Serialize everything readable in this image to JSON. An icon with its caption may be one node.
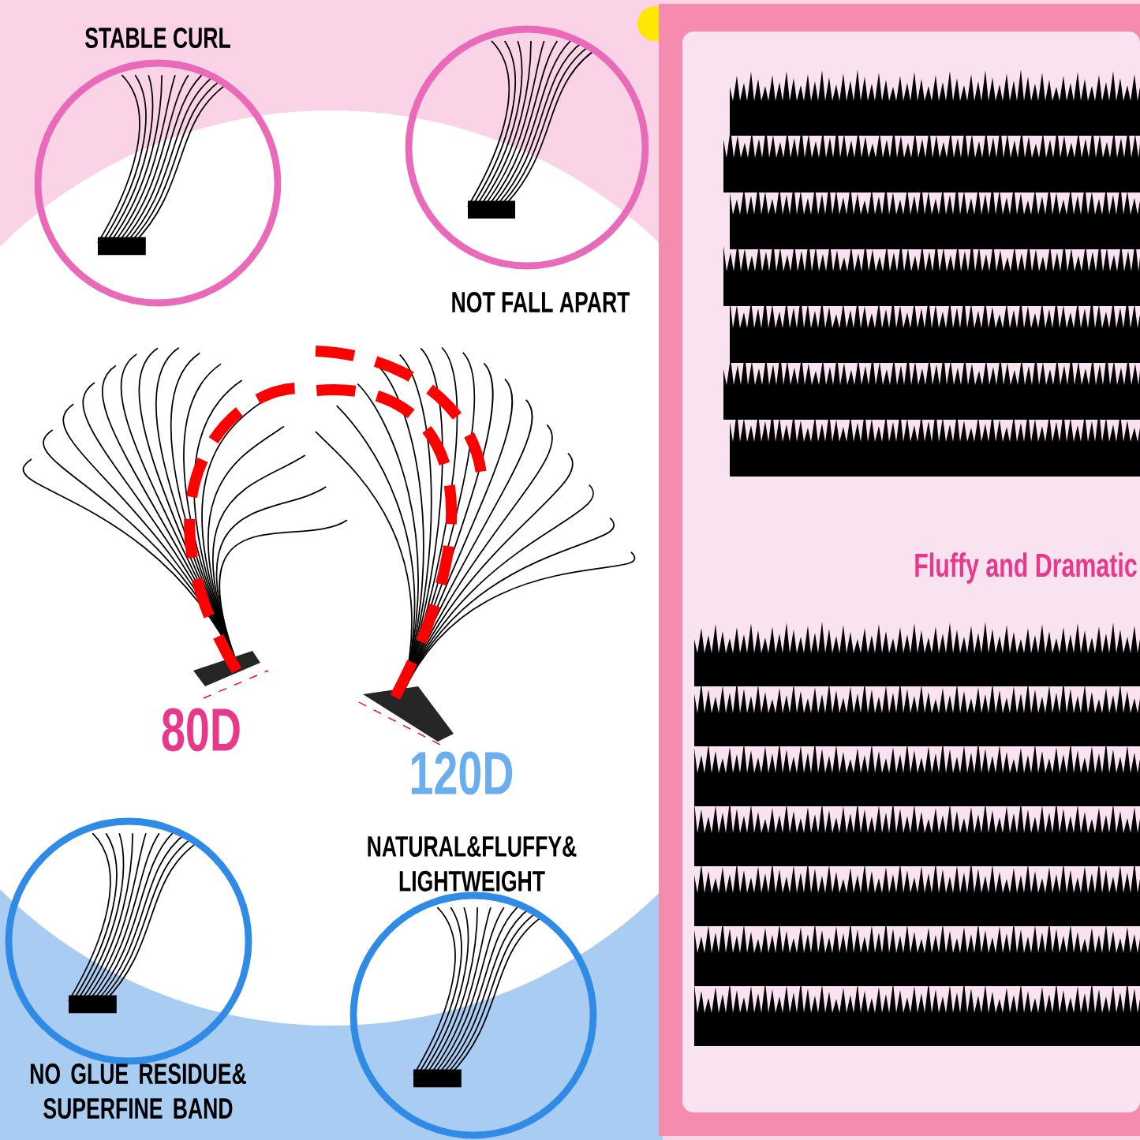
{
  "diagram": {
    "nodes": [
      {
        "text": [],
        "shape": "picture",
        "beside": [
          "STABLE CURL"
        ]
      },
      {
        "text": [],
        "shape": "picture",
        "beside": [
          "NOT FALL APART"
        ]
      },
      {
        "text": [],
        "shape": "picture",
        "beside": [
          "NO GLUE RESIDUE& SUPERFINE BAND"
        ]
      },
      {
        "text": [],
        "shape": "picture",
        "beside": [
          "NATURAL&FLUFFY& LIGHTWEIGHT"
        ]
      }
    ],
    "labels": [
      "80D",
      "120D",
      "Fluffy and Dramatic"
    ]
  }
}
